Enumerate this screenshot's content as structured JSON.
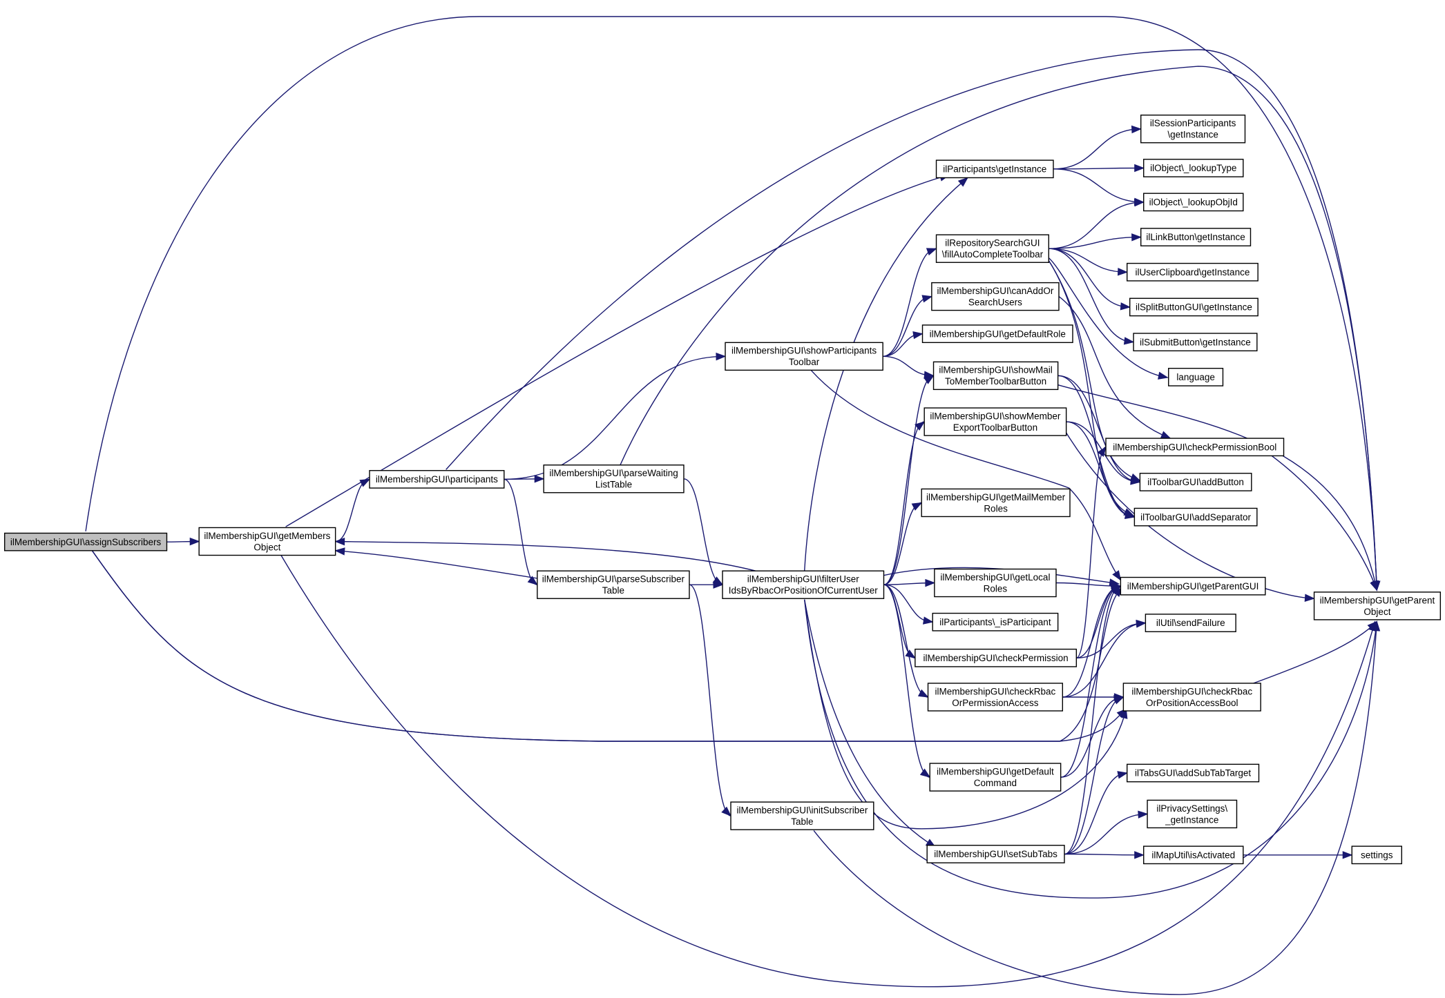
{
  "diagram": {
    "root": "assign_subscribers",
    "nodes": [
      {
        "id": "assign_subscribers",
        "lines": [
          "ilMembershipGUI\\assignSubscribers"
        ],
        "highlighted": true
      },
      {
        "id": "get_members_object",
        "lines": [
          "ilMembershipGUI\\getMembers",
          "Object"
        ]
      },
      {
        "id": "participants",
        "lines": [
          "ilMembershipGUI\\participants"
        ]
      },
      {
        "id": "parse_waiting_list_table",
        "lines": [
          "ilMembershipGUI\\parseWaiting",
          "ListTable"
        ]
      },
      {
        "id": "parse_subscriber_table",
        "lines": [
          "ilMembershipGUI\\parseSubscriber",
          "Table"
        ]
      },
      {
        "id": "show_participants_toolbar",
        "lines": [
          "ilMembershipGUI\\showParticipants",
          "Toolbar"
        ]
      },
      {
        "id": "filter_user_ids",
        "lines": [
          "ilMembershipGUI\\filterUser",
          "IdsByRbacOrPositionOfCurrentUser"
        ]
      },
      {
        "id": "init_subscriber_table",
        "lines": [
          "ilMembershipGUI\\initSubscriber",
          "Table"
        ]
      },
      {
        "id": "participants_get_instance",
        "lines": [
          "ilParticipants\\getInstance"
        ]
      },
      {
        "id": "fill_auto_complete_toolbar",
        "lines": [
          "ilRepositorySearchGUI",
          "\\fillAutoCompleteToolbar"
        ]
      },
      {
        "id": "can_add_or_search_users",
        "lines": [
          "ilMembershipGUI\\canAddOr",
          "SearchUsers"
        ]
      },
      {
        "id": "get_default_role",
        "lines": [
          "ilMembershipGUI\\getDefaultRole"
        ]
      },
      {
        "id": "show_mail_to_member",
        "lines": [
          "ilMembershipGUI\\showMail",
          "ToMemberToolbarButton"
        ]
      },
      {
        "id": "show_member_export",
        "lines": [
          "ilMembershipGUI\\showMember",
          "ExportToolbarButton"
        ]
      },
      {
        "id": "get_mail_member_roles",
        "lines": [
          "ilMembershipGUI\\getMailMember",
          "Roles"
        ]
      },
      {
        "id": "get_local_roles",
        "lines": [
          "ilMembershipGUI\\getLocal",
          "Roles"
        ]
      },
      {
        "id": "is_participant",
        "lines": [
          "ilParticipants\\_isParticipant"
        ]
      },
      {
        "id": "check_permission",
        "lines": [
          "ilMembershipGUI\\checkPermission"
        ]
      },
      {
        "id": "check_rbac_or_permission_access",
        "lines": [
          "ilMembershipGUI\\checkRbac",
          "OrPermissionAccess"
        ]
      },
      {
        "id": "get_default_command",
        "lines": [
          "ilMembershipGUI\\getDefault",
          "Command"
        ]
      },
      {
        "id": "set_sub_tabs",
        "lines": [
          "ilMembershipGUI\\setSubTabs"
        ]
      },
      {
        "id": "session_participants_get_instance",
        "lines": [
          "ilSessionParticipants",
          "\\getInstance"
        ]
      },
      {
        "id": "lookup_type",
        "lines": [
          "ilObject\\_lookupType"
        ]
      },
      {
        "id": "lookup_obj_id",
        "lines": [
          "ilObject\\_lookupObjId"
        ]
      },
      {
        "id": "link_button_get_instance",
        "lines": [
          "ilLinkButton\\getInstance"
        ]
      },
      {
        "id": "user_clipboard_get_instance",
        "lines": [
          "ilUserClipboard\\getInstance"
        ]
      },
      {
        "id": "split_button_get_instance",
        "lines": [
          "ilSplitButtonGUI\\getInstance"
        ]
      },
      {
        "id": "submit_button_get_instance",
        "lines": [
          "ilSubmitButton\\getInstance"
        ]
      },
      {
        "id": "language",
        "lines": [
          "language"
        ]
      },
      {
        "id": "check_permission_bool",
        "lines": [
          "ilMembershipGUI\\checkPermissionBool"
        ]
      },
      {
        "id": "toolbar_add_button",
        "lines": [
          "ilToolbarGUI\\addButton"
        ]
      },
      {
        "id": "toolbar_add_separator",
        "lines": [
          "ilToolbarGUI\\addSeparator"
        ]
      },
      {
        "id": "get_parent_gui",
        "lines": [
          "ilMembershipGUI\\getParentGUI"
        ]
      },
      {
        "id": "send_failure",
        "lines": [
          "ilUtil\\sendFailure"
        ]
      },
      {
        "id": "check_rbac_or_position_access_bool",
        "lines": [
          "ilMembershipGUI\\checkRbac",
          "OrPositionAccessBool"
        ]
      },
      {
        "id": "tabs_add_sub_tab_target",
        "lines": [
          "ilTabsGUI\\addSubTabTarget"
        ]
      },
      {
        "id": "privacy_settings_get_instance",
        "lines": [
          "ilPrivacySettings\\",
          "_getInstance"
        ]
      },
      {
        "id": "map_util_is_activated",
        "lines": [
          "ilMapUtil\\isActivated"
        ]
      },
      {
        "id": "settings",
        "lines": [
          "settings"
        ]
      },
      {
        "id": "get_parent_object",
        "lines": [
          "ilMembershipGUI\\getParent",
          "Object"
        ]
      }
    ],
    "edges": [
      [
        "assign_subscribers",
        "get_members_object"
      ],
      [
        "assign_subscribers",
        "get_parent_object"
      ],
      [
        "assign_subscribers",
        "get_parent_gui"
      ],
      [
        "assign_subscribers",
        "check_rbac_or_position_access_bool"
      ],
      [
        "get_members_object",
        "participants"
      ],
      [
        "get_members_object",
        "participants_get_instance"
      ],
      [
        "get_members_object",
        "get_parent_object"
      ],
      [
        "participants",
        "parse_waiting_list_table"
      ],
      [
        "participants",
        "parse_subscriber_table"
      ],
      [
        "participants",
        "show_participants_toolbar"
      ],
      [
        "participants",
        "get_parent_object"
      ],
      [
        "parse_waiting_list_table",
        "filter_user_ids"
      ],
      [
        "parse_waiting_list_table",
        "get_parent_object"
      ],
      [
        "parse_subscriber_table",
        "get_members_object"
      ],
      [
        "parse_subscriber_table",
        "filter_user_ids"
      ],
      [
        "parse_subscriber_table",
        "init_subscriber_table"
      ],
      [
        "init_subscriber_table",
        "get_parent_object"
      ],
      [
        "show_participants_toolbar",
        "fill_auto_complete_toolbar"
      ],
      [
        "show_participants_toolbar",
        "can_add_or_search_users"
      ],
      [
        "show_participants_toolbar",
        "get_default_role"
      ],
      [
        "show_participants_toolbar",
        "show_mail_to_member"
      ],
      [
        "show_participants_toolbar",
        "get_parent_gui"
      ],
      [
        "filter_user_ids",
        "get_members_object"
      ],
      [
        "filter_user_ids",
        "participants_get_instance"
      ],
      [
        "filter_user_ids",
        "show_mail_to_member"
      ],
      [
        "filter_user_ids",
        "show_member_export"
      ],
      [
        "filter_user_ids",
        "get_mail_member_roles"
      ],
      [
        "filter_user_ids",
        "get_local_roles"
      ],
      [
        "filter_user_ids",
        "is_participant"
      ],
      [
        "filter_user_ids",
        "check_permission"
      ],
      [
        "filter_user_ids",
        "check_rbac_or_permission_access"
      ],
      [
        "filter_user_ids",
        "get_default_command"
      ],
      [
        "filter_user_ids",
        "set_sub_tabs"
      ],
      [
        "filter_user_ids",
        "get_parent_gui"
      ],
      [
        "filter_user_ids",
        "check_rbac_or_position_access_bool"
      ],
      [
        "filter_user_ids",
        "get_parent_object"
      ],
      [
        "participants_get_instance",
        "session_participants_get_instance"
      ],
      [
        "participants_get_instance",
        "lookup_type"
      ],
      [
        "participants_get_instance",
        "lookup_obj_id"
      ],
      [
        "fill_auto_complete_toolbar",
        "lookup_obj_id"
      ],
      [
        "fill_auto_complete_toolbar",
        "link_button_get_instance"
      ],
      [
        "fill_auto_complete_toolbar",
        "user_clipboard_get_instance"
      ],
      [
        "fill_auto_complete_toolbar",
        "split_button_get_instance"
      ],
      [
        "fill_auto_complete_toolbar",
        "submit_button_get_instance"
      ],
      [
        "fill_auto_complete_toolbar",
        "language"
      ],
      [
        "fill_auto_complete_toolbar",
        "toolbar_add_button"
      ],
      [
        "fill_auto_complete_toolbar",
        "toolbar_add_separator"
      ],
      [
        "can_add_or_search_users",
        "check_permission_bool"
      ],
      [
        "show_mail_to_member",
        "toolbar_add_button"
      ],
      [
        "show_mail_to_member",
        "toolbar_add_separator"
      ],
      [
        "show_mail_to_member",
        "get_parent_object"
      ],
      [
        "show_member_export",
        "toolbar_add_button"
      ],
      [
        "show_member_export",
        "toolbar_add_separator"
      ],
      [
        "show_member_export",
        "get_parent_object"
      ],
      [
        "get_local_roles",
        "get_parent_gui"
      ],
      [
        "check_permission",
        "check_permission_bool"
      ],
      [
        "check_permission",
        "get_parent_gui"
      ],
      [
        "check_permission",
        "send_failure"
      ],
      [
        "check_rbac_or_permission_access",
        "get_parent_gui"
      ],
      [
        "check_rbac_or_permission_access",
        "send_failure"
      ],
      [
        "check_rbac_or_permission_access",
        "check_rbac_or_position_access_bool"
      ],
      [
        "get_default_command",
        "get_parent_gui"
      ],
      [
        "get_default_command",
        "check_rbac_or_position_access_bool"
      ],
      [
        "set_sub_tabs",
        "get_parent_gui"
      ],
      [
        "set_sub_tabs",
        "tabs_add_sub_tab_target"
      ],
      [
        "set_sub_tabs",
        "privacy_settings_get_instance"
      ],
      [
        "set_sub_tabs",
        "map_util_is_activated"
      ],
      [
        "set_sub_tabs",
        "check_rbac_or_position_access_bool"
      ],
      [
        "check_permission_bool",
        "get_parent_object"
      ],
      [
        "check_rbac_or_position_access_bool",
        "get_parent_object"
      ],
      [
        "map_util_is_activated",
        "settings"
      ]
    ]
  }
}
